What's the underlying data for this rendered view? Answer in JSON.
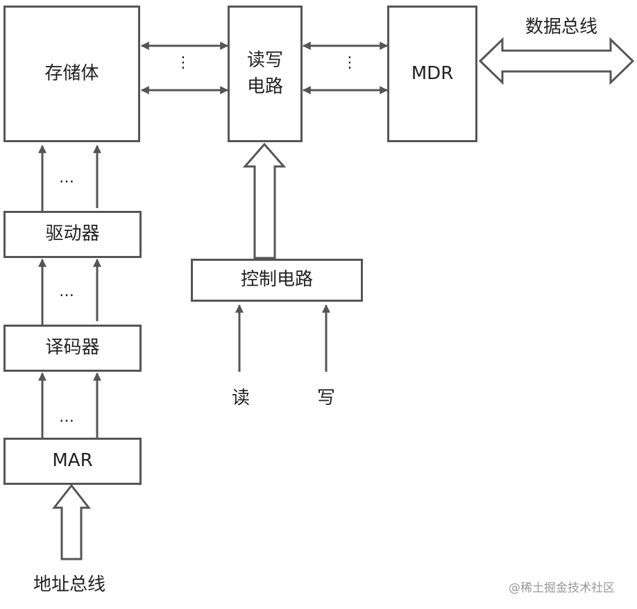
{
  "blocks": {
    "memory": "存储体",
    "rw_line1": "读写",
    "rw_line2": "电路",
    "mdr": "MDR",
    "driver": "驱动器",
    "decoder": "译码器",
    "mar": "MAR",
    "control": "控制电路"
  },
  "labels": {
    "data_bus": "数据总线",
    "address_bus": "地址总线",
    "read": "读",
    "write": "写",
    "ellipsis": "…",
    "vellipsis": "⋮"
  },
  "watermark": "@稀土掘金技术社区",
  "colors": {
    "stroke": "#555555",
    "text": "#222222",
    "watermark": "#999999"
  }
}
